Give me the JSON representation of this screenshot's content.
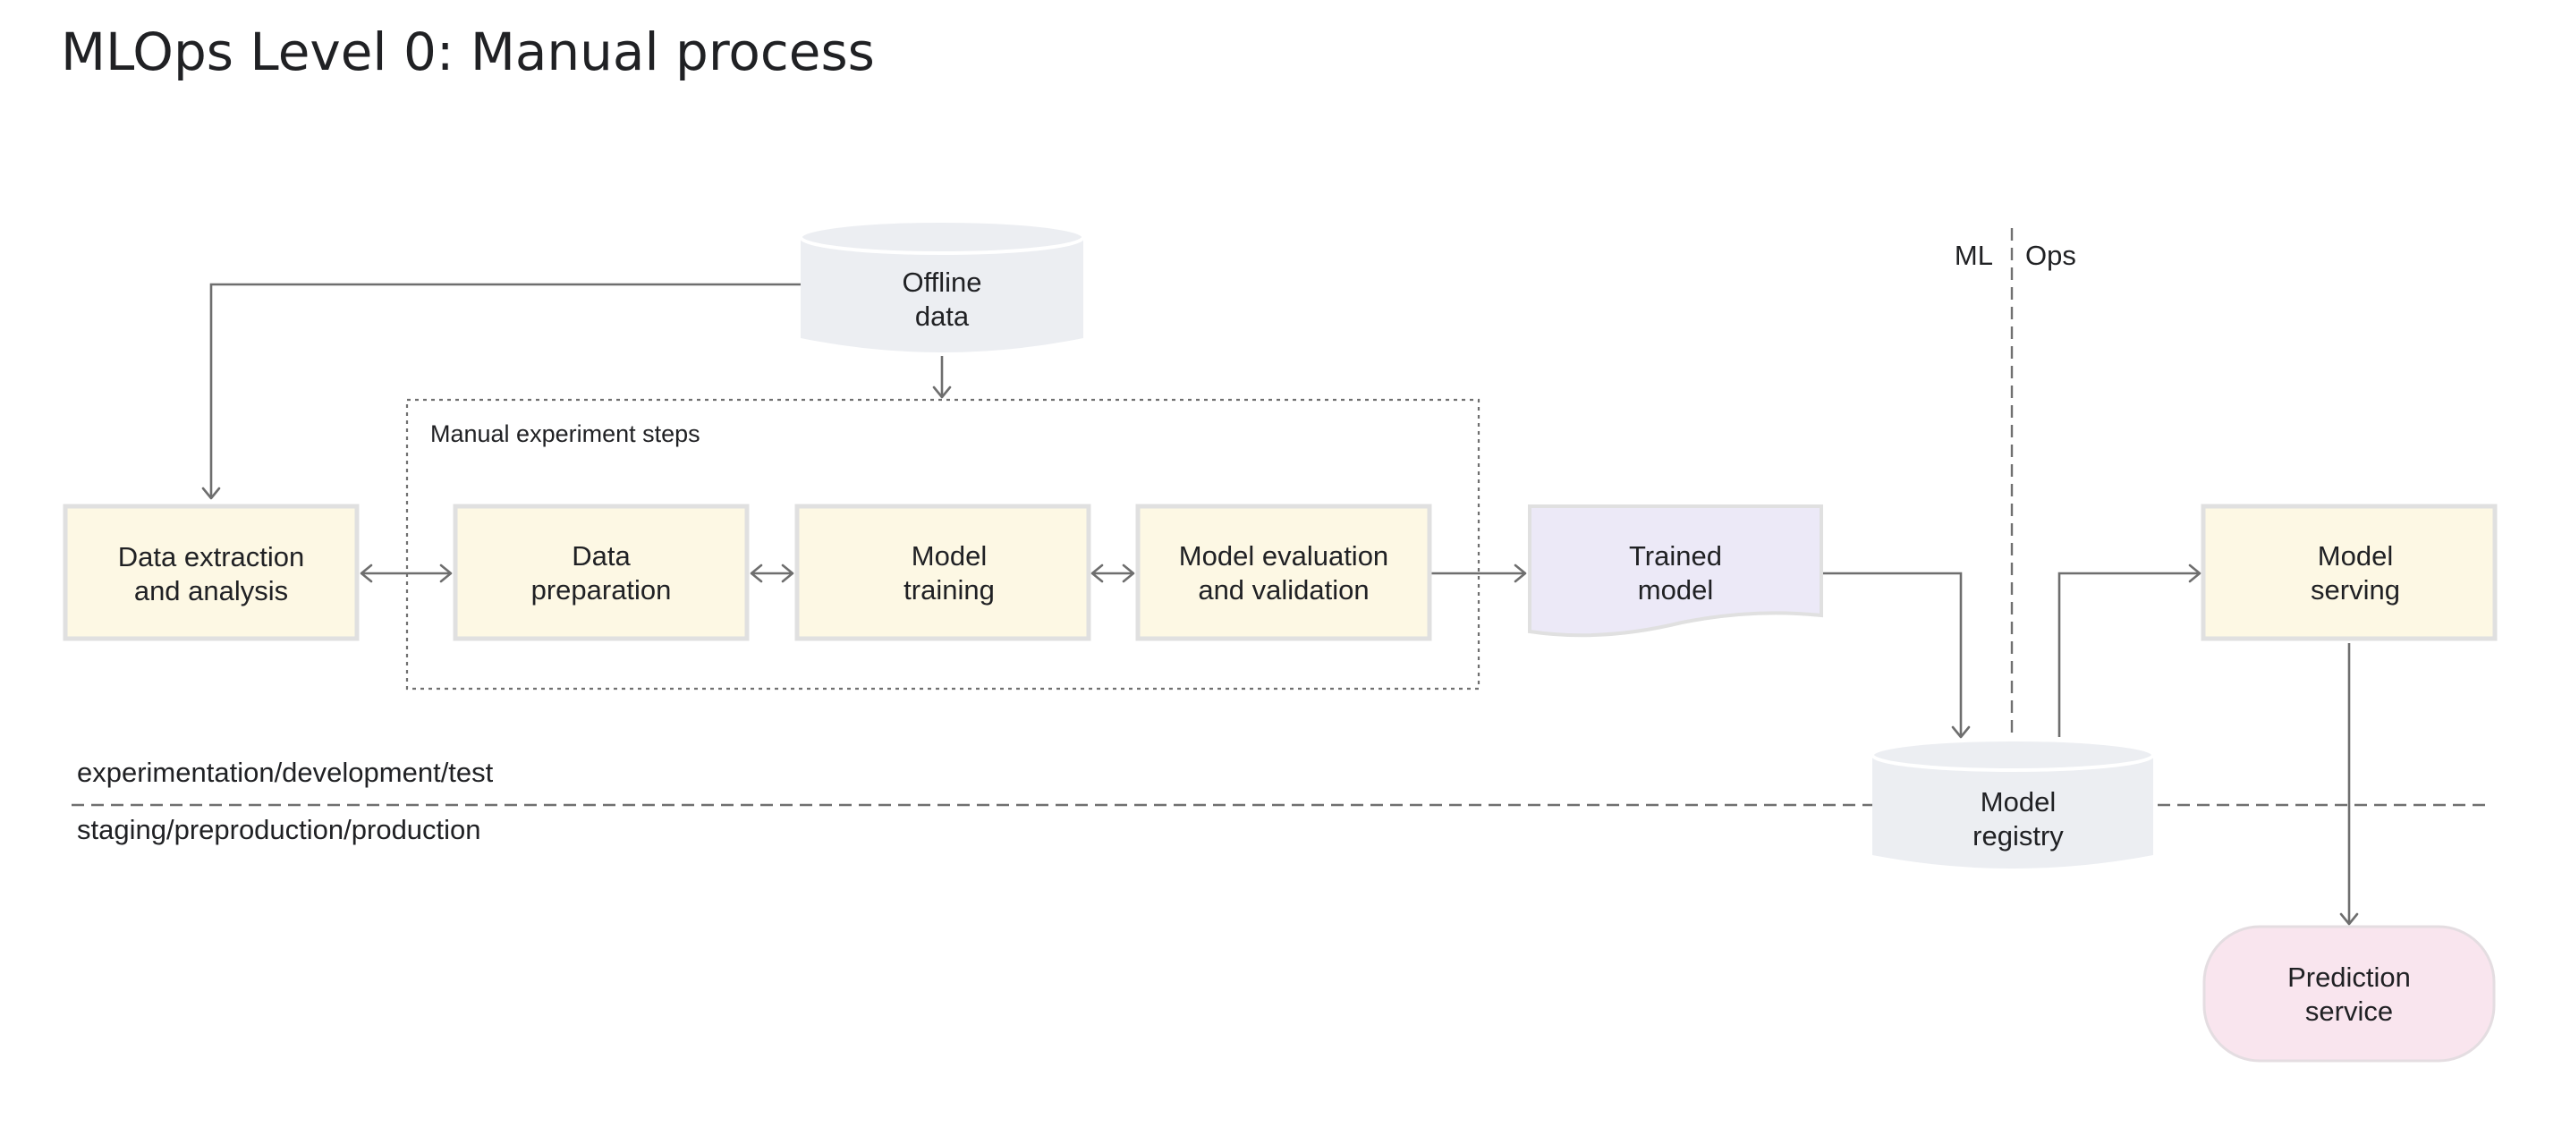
{
  "title": "MLOps Level 0: Manual process",
  "group_label": "Manual experiment steps",
  "zones": {
    "upper": "experimentation/development/test",
    "lower": "staging/preproduction/production"
  },
  "split": {
    "left": "ML",
    "right": "Ops"
  },
  "nodes": {
    "offline_data": [
      "Offline",
      "data"
    ],
    "data_extraction": [
      "Data extraction",
      "and analysis"
    ],
    "data_preparation": [
      "Data",
      "preparation"
    ],
    "model_training": [
      "Model",
      "training"
    ],
    "model_evaluation": [
      "Model evaluation",
      "and validation"
    ],
    "trained_model": [
      "Trained",
      "model"
    ],
    "model_registry": [
      "Model",
      "registry"
    ],
    "model_serving": [
      "Model",
      "serving"
    ],
    "prediction_service": [
      "Prediction",
      "service"
    ]
  },
  "colors": {
    "step_fill": "#fdf8e4",
    "artifact_fill": "#ece9f7",
    "service_fill": "#f9e5ee",
    "storage_fill": "#eceef2",
    "line": "#6e6e6e"
  }
}
